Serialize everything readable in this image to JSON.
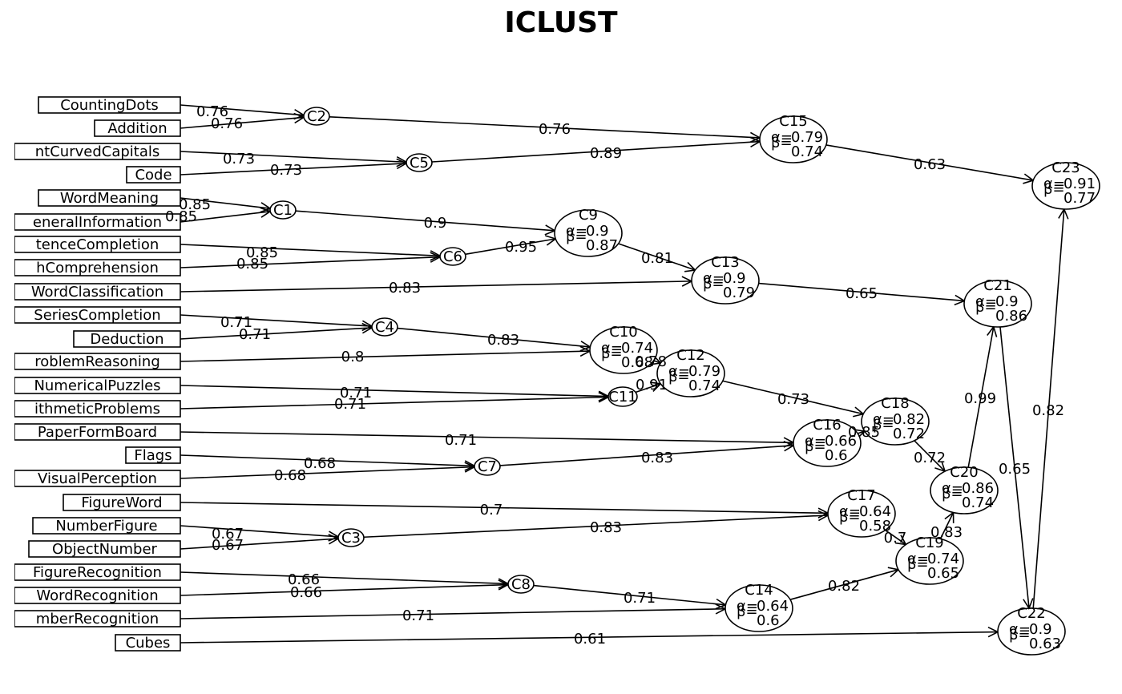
{
  "title": "ICLUST",
  "variables": [
    {
      "id": "CountingDots",
      "label": "CountingDots"
    },
    {
      "id": "Addition",
      "label": "Addition"
    },
    {
      "id": "StraightCurvedCapitals",
      "label": "ntCurvedCapitals"
    },
    {
      "id": "Code",
      "label": "Code"
    },
    {
      "id": "WordMeaning",
      "label": "WordMeaning"
    },
    {
      "id": "GeneralInformation",
      "label": "eneralInformation"
    },
    {
      "id": "SentenceCompletion",
      "label": "tenceCompletion"
    },
    {
      "id": "ParagraphComprehension",
      "label": "hComprehension"
    },
    {
      "id": "WordClassification",
      "label": "WordClassification"
    },
    {
      "id": "SeriesCompletion",
      "label": "SeriesCompletion"
    },
    {
      "id": "Deduction",
      "label": "Deduction"
    },
    {
      "id": "ProblemReasoning",
      "label": "roblemReasoning"
    },
    {
      "id": "NumericalPuzzles",
      "label": "NumericalPuzzles"
    },
    {
      "id": "ArithmeticProblems",
      "label": "ithmeticProblems"
    },
    {
      "id": "PaperFormBoard",
      "label": "PaperFormBoard"
    },
    {
      "id": "Flags",
      "label": "Flags"
    },
    {
      "id": "VisualPerception",
      "label": "VisualPerception"
    },
    {
      "id": "FigureWord",
      "label": "FigureWord"
    },
    {
      "id": "NumberFigure",
      "label": "NumberFigure"
    },
    {
      "id": "ObjectNumber",
      "label": "ObjectNumber"
    },
    {
      "id": "FigureRecognition",
      "label": "FigureRecognition"
    },
    {
      "id": "WordRecognition",
      "label": "WordRecognition"
    },
    {
      "id": "NumberRecognition",
      "label": "mberRecognition"
    },
    {
      "id": "Cubes",
      "label": "Cubes"
    }
  ],
  "clusters": [
    {
      "id": "C1",
      "alpha": null,
      "beta": null
    },
    {
      "id": "C2",
      "alpha": null,
      "beta": null
    },
    {
      "id": "C3",
      "alpha": null,
      "beta": null
    },
    {
      "id": "C4",
      "alpha": null,
      "beta": null
    },
    {
      "id": "C5",
      "alpha": null,
      "beta": null
    },
    {
      "id": "C6",
      "alpha": null,
      "beta": null
    },
    {
      "id": "C7",
      "alpha": null,
      "beta": null
    },
    {
      "id": "C8",
      "alpha": null,
      "beta": null
    },
    {
      "id": "C11",
      "alpha": null,
      "beta": null
    },
    {
      "id": "C9",
      "alpha": "0.9",
      "beta": "0.87"
    },
    {
      "id": "C10",
      "alpha": "0.74",
      "beta": "0.68"
    },
    {
      "id": "C12",
      "alpha": "0.79",
      "beta": "0.74"
    },
    {
      "id": "C13",
      "alpha": "0.9",
      "beta": "0.79"
    },
    {
      "id": "C14",
      "alpha": "0.64",
      "beta": "0.6"
    },
    {
      "id": "C15",
      "alpha": "0.79",
      "beta": "0.74"
    },
    {
      "id": "C16",
      "alpha": "0.66",
      "beta": "0.6"
    },
    {
      "id": "C17",
      "alpha": "0.64",
      "beta": "0.58"
    },
    {
      "id": "C18",
      "alpha": "0.82",
      "beta": "0.72"
    },
    {
      "id": "C19",
      "alpha": "0.74",
      "beta": "0.65"
    },
    {
      "id": "C20",
      "alpha": "0.86",
      "beta": "0.74"
    },
    {
      "id": "C21",
      "alpha": "0.9",
      "beta": "0.86"
    },
    {
      "id": "C22",
      "alpha": "0.9",
      "beta": "0.63"
    },
    {
      "id": "C23",
      "alpha": "0.91",
      "beta": "0.77"
    }
  ],
  "edges": [
    {
      "from": "CountingDots",
      "to": "C2",
      "weight": "0.76"
    },
    {
      "from": "Addition",
      "to": "C2",
      "weight": "0.76"
    },
    {
      "from": "StraightCurvedCapitals",
      "to": "C5",
      "weight": "0.73"
    },
    {
      "from": "Code",
      "to": "C5",
      "weight": "0.73"
    },
    {
      "from": "WordMeaning",
      "to": "C1",
      "weight": "0.85"
    },
    {
      "from": "GeneralInformation",
      "to": "C1",
      "weight": "0.85"
    },
    {
      "from": "SentenceCompletion",
      "to": "C6",
      "weight": "0.85"
    },
    {
      "from": "ParagraphComprehension",
      "to": "C6",
      "weight": "0.85"
    },
    {
      "from": "WordClassification",
      "to": "C13",
      "weight": "0.83"
    },
    {
      "from": "SeriesCompletion",
      "to": "C4",
      "weight": "0.71"
    },
    {
      "from": "Deduction",
      "to": "C4",
      "weight": "0.71"
    },
    {
      "from": "ProblemReasoning",
      "to": "C10",
      "weight": "0.8"
    },
    {
      "from": "NumericalPuzzles",
      "to": "C11",
      "weight": "0.71"
    },
    {
      "from": "ArithmeticProblems",
      "to": "C11",
      "weight": "0.71"
    },
    {
      "from": "PaperFormBoard",
      "to": "C16",
      "weight": "0.71"
    },
    {
      "from": "Flags",
      "to": "C7",
      "weight": "0.68"
    },
    {
      "from": "VisualPerception",
      "to": "C7",
      "weight": "0.68"
    },
    {
      "from": "FigureWord",
      "to": "C17",
      "weight": "0.7"
    },
    {
      "from": "NumberFigure",
      "to": "C3",
      "weight": "0.67"
    },
    {
      "from": "ObjectNumber",
      "to": "C3",
      "weight": "0.67"
    },
    {
      "from": "FigureRecognition",
      "to": "C8",
      "weight": "0.66"
    },
    {
      "from": "WordRecognition",
      "to": "C8",
      "weight": "0.66"
    },
    {
      "from": "NumberRecognition",
      "to": "C14",
      "weight": "0.71"
    },
    {
      "from": "Cubes",
      "to": "C22",
      "weight": "0.61"
    },
    {
      "from": "C2",
      "to": "C15",
      "weight": "0.76"
    },
    {
      "from": "C5",
      "to": "C15",
      "weight": "0.89"
    },
    {
      "from": "C1",
      "to": "C9",
      "weight": "0.9"
    },
    {
      "from": "C6",
      "to": "C9",
      "weight": "0.95"
    },
    {
      "from": "C9",
      "to": "C13",
      "weight": "0.81"
    },
    {
      "from": "C4",
      "to": "C10",
      "weight": "0.83"
    },
    {
      "from": "C10",
      "to": "C12",
      "weight": "0.78"
    },
    {
      "from": "C11",
      "to": "C12",
      "weight": "0.91"
    },
    {
      "from": "C12",
      "to": "C18",
      "weight": "0.73"
    },
    {
      "from": "C7",
      "to": "C16",
      "weight": "0.83"
    },
    {
      "from": "C16",
      "to": "C18",
      "weight": "0.85"
    },
    {
      "from": "C3",
      "to": "C17",
      "weight": "0.83"
    },
    {
      "from": "C8",
      "to": "C14",
      "weight": "0.71"
    },
    {
      "from": "C14",
      "to": "C19",
      "weight": "0.82"
    },
    {
      "from": "C17",
      "to": "C19",
      "weight": "0.7"
    },
    {
      "from": "C18",
      "to": "C20",
      "weight": "0.72"
    },
    {
      "from": "C19",
      "to": "C20",
      "weight": "0.83"
    },
    {
      "from": "C13",
      "to": "C21",
      "weight": "0.65"
    },
    {
      "from": "C20",
      "to": "C21",
      "weight": "0.99"
    },
    {
      "from": "C15",
      "to": "C23",
      "weight": "0.63"
    },
    {
      "from": "C21",
      "to": "C22",
      "weight": "0.65"
    },
    {
      "from": "C22",
      "to": "C23",
      "weight": "0.82"
    }
  ],
  "symbols": {
    "alpha": "α=",
    "beta": "β="
  }
}
